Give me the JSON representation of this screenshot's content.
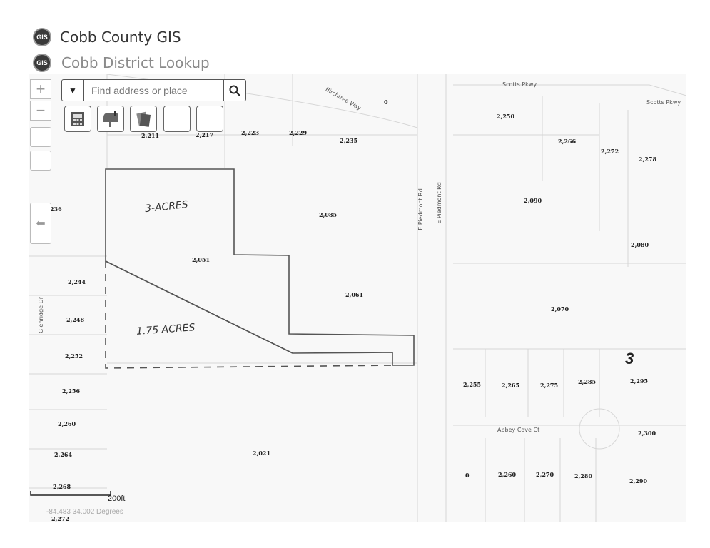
{
  "header": {
    "title": "Cobb County GIS",
    "subtitle": "Cobb District Lookup",
    "logo_text": "GIS"
  },
  "search": {
    "placeholder": "Find address or place",
    "dropdown_icon": "caret-down-icon",
    "search_icon": "magnifier-icon"
  },
  "zoom": {
    "in": "+",
    "out": "−"
  },
  "tools": [
    "calculator-icon",
    "mailbox-icon",
    "document-icon",
    "empty",
    "empty"
  ],
  "back_icon": "arrow-left-icon",
  "streets": {
    "birchtree": "Birchtree Way",
    "scotts1": "Scotts Pkwy",
    "scotts2": "Scotts Pkwy",
    "piedmont1": "E Piedmont Rd",
    "piedmont2": "E Piedmont Rd",
    "glenridge": "Glenridge Dr",
    "abbey": "Abbey Cove Ct"
  },
  "parcels": {
    "p0a": "0",
    "p2211": "2,211",
    "p2217": "2,217",
    "p2223": "2,223",
    "p2229": "2,229",
    "p2235": "2,235",
    "p2250": "2,250",
    "p2266": "2,266",
    "p2272": "2,272",
    "p2278": "2,278",
    "p2090": "2,090",
    "p2080": "2,080",
    "p2070": "2,070",
    "p236": "236",
    "p2085": "2,085",
    "p2051": "2,051",
    "p2061": "2,061",
    "p2244": "2,244",
    "p2248": "2,248",
    "p2252": "2,252",
    "p2256": "2,256",
    "p2260w": "2,260",
    "p2264": "2,264",
    "p2268": "2,268",
    "p2272b": "2,272",
    "p2021": "2,021",
    "p2255": "2,255",
    "p2265": "2,265",
    "p2275": "2,275",
    "p2285": "2,285",
    "p2295": "2,295",
    "p2300": "2,300",
    "p0b": "0",
    "p2260e": "2,260",
    "p2270": "2,270",
    "p2280": "2,280",
    "p2290": "2,290"
  },
  "district_number": "3",
  "annotations": {
    "upper": "3-ACRES",
    "lower": "1.75 ACRES"
  },
  "scale": {
    "label": "200ft"
  },
  "coordinates": "-84.483 34.002 Degrees"
}
